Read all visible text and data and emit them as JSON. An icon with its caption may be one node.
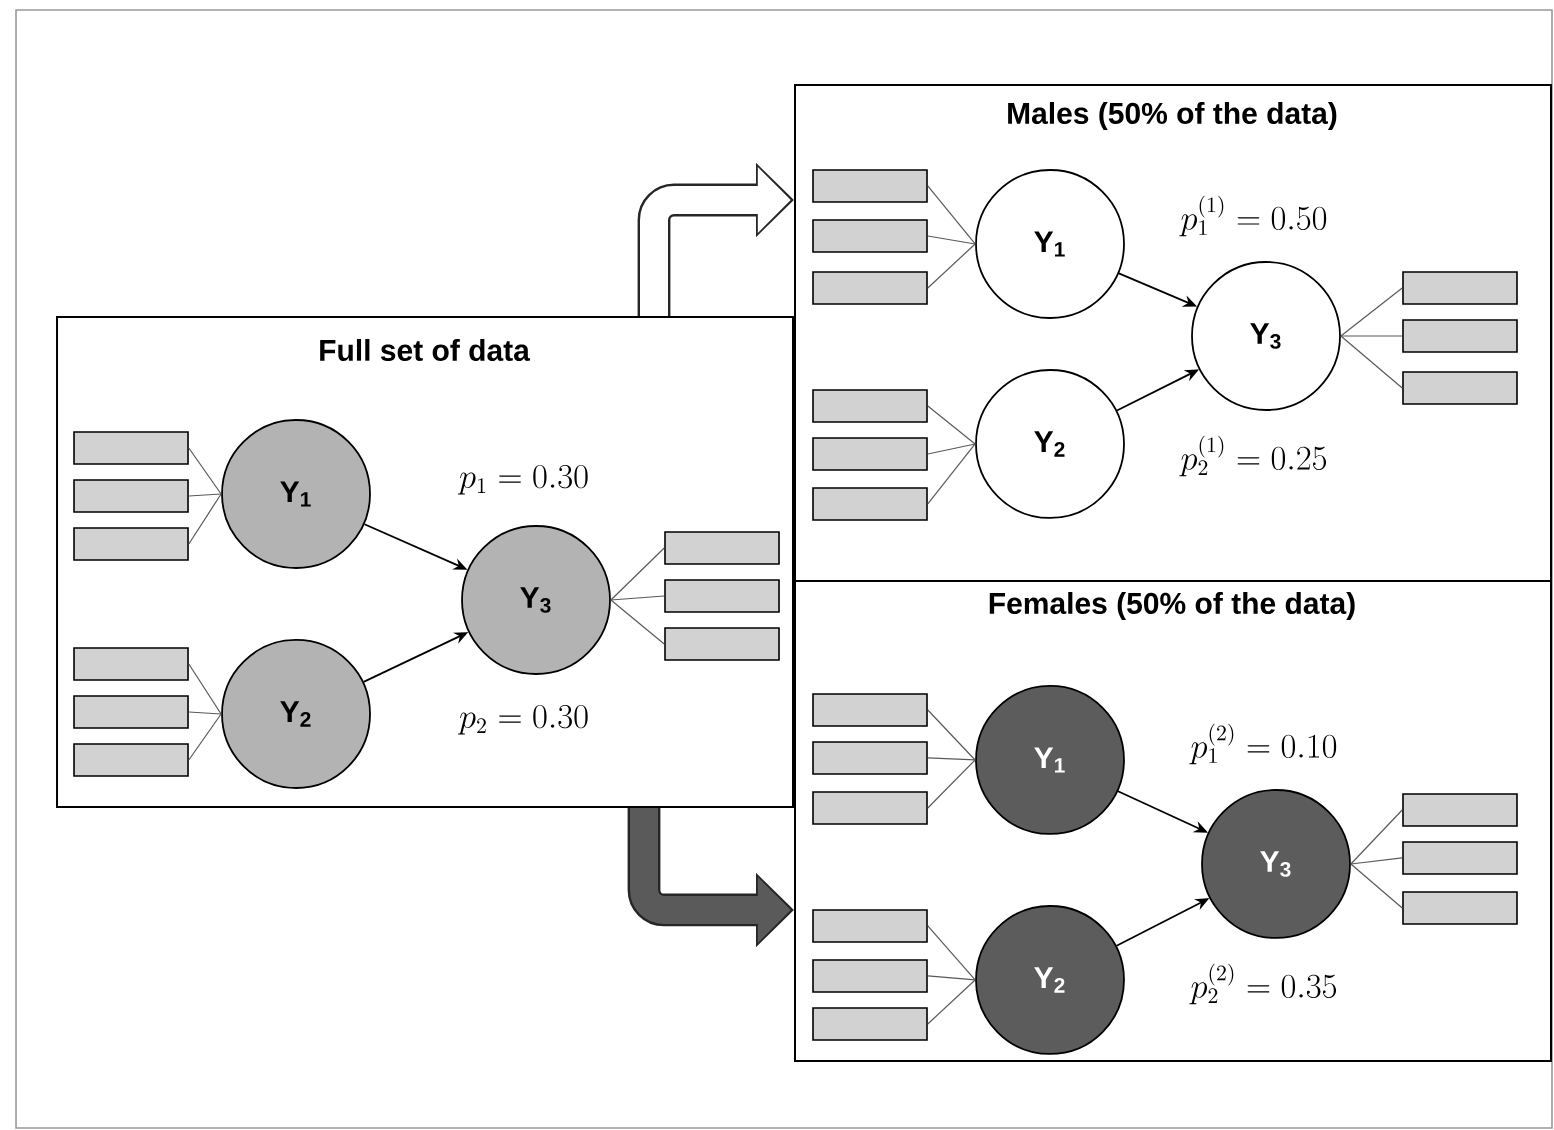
{
  "diagram": {
    "nodes": [
      {
        "text": [
          "Full set of data"
        ]
      },
      {
        "text": [
          "Y$_{1}$"
        ],
        "in": 0
      },
      {
        "text": [
          "Y$_{2}$"
        ],
        "in": 0
      },
      {
        "text": [
          "Y$_{3}$"
        ],
        "in": 0
      },
      {
        "text": [],
        "shape": "box",
        "in": 0
      },
      {
        "text": [],
        "shape": "box",
        "in": 0
      },
      {
        "text": [],
        "shape": "box",
        "in": 0
      },
      {
        "text": [],
        "shape": "box",
        "in": 0
      },
      {
        "text": [],
        "shape": "box",
        "in": 0
      },
      {
        "text": [],
        "shape": "box",
        "in": 0
      },
      {
        "text": [],
        "shape": "box",
        "in": 0
      },
      {
        "text": [],
        "shape": "box",
        "in": 0
      },
      {
        "text": [],
        "shape": "box",
        "in": 0
      },
      {
        "text": [
          "Males (50% of the data)"
        ]
      },
      {
        "text": [
          "Y$_{1}$"
        ],
        "in": 13
      },
      {
        "text": [
          "Y$_{2}$"
        ],
        "in": 13
      },
      {
        "text": [
          "Y$_{3}$"
        ],
        "in": 13
      },
      {
        "text": [],
        "shape": "box",
        "in": 13
      },
      {
        "text": [],
        "shape": "box",
        "in": 13
      },
      {
        "text": [],
        "shape": "box",
        "in": 13
      },
      {
        "text": [],
        "shape": "box",
        "in": 13
      },
      {
        "text": [],
        "shape": "box",
        "in": 13
      },
      {
        "text": [],
        "shape": "box",
        "in": 13
      },
      {
        "text": [],
        "shape": "box",
        "in": 13
      },
      {
        "text": [],
        "shape": "box",
        "in": 13
      },
      {
        "text": [],
        "shape": "box",
        "in": 13
      },
      {
        "text": [
          "Females (50% of the data)"
        ]
      },
      {
        "text": [
          "Y$_{1}$"
        ],
        "in": 26
      },
      {
        "text": [
          "Y$_{2}$"
        ],
        "in": 26
      },
      {
        "text": [
          "Y$_{3}$"
        ],
        "in": 26
      },
      {
        "text": [],
        "shape": "box",
        "in": 26
      },
      {
        "text": [],
        "shape": "box",
        "in": 26
      },
      {
        "text": [],
        "shape": "box",
        "in": 26
      },
      {
        "text": [],
        "shape": "box",
        "in": 26
      },
      {
        "text": [],
        "shape": "box",
        "in": 26
      },
      {
        "text": [],
        "shape": "box",
        "in": 26
      },
      {
        "text": [],
        "shape": "box",
        "in": 26
      },
      {
        "text": [],
        "shape": "box",
        "in": 26
      },
      {
        "text": [],
        "shape": "box",
        "in": 26
      }
    ],
    "edges": [
      {
        "from": 4,
        "to": 1,
        "arrow": "none"
      },
      {
        "from": 5,
        "to": 1,
        "arrow": "none"
      },
      {
        "from": 6,
        "to": 1,
        "arrow": "none"
      },
      {
        "from": 7,
        "to": 2,
        "arrow": "none"
      },
      {
        "from": 8,
        "to": 2,
        "arrow": "none"
      },
      {
        "from": 9,
        "to": 2,
        "arrow": "none"
      },
      {
        "from": 3,
        "to": 10,
        "arrow": "none"
      },
      {
        "from": 3,
        "to": 11,
        "arrow": "none"
      },
      {
        "from": 3,
        "to": 12,
        "arrow": "none"
      },
      {
        "from": 1,
        "to": 3,
        "arrow": "to",
        "label": "p_{1} = 0.30"
      },
      {
        "from": 2,
        "to": 3,
        "arrow": "to",
        "label": "p_{2} = 0.30"
      },
      {
        "from": 17,
        "to": 14,
        "arrow": "none"
      },
      {
        "from": 18,
        "to": 14,
        "arrow": "none"
      },
      {
        "from": 19,
        "to": 14,
        "arrow": "none"
      },
      {
        "from": 20,
        "to": 15,
        "arrow": "none"
      },
      {
        "from": 21,
        "to": 15,
        "arrow": "none"
      },
      {
        "from": 22,
        "to": 15,
        "arrow": "none"
      },
      {
        "from": 16,
        "to": 23,
        "arrow": "none"
      },
      {
        "from": 16,
        "to": 24,
        "arrow": "none"
      },
      {
        "from": 16,
        "to": 25,
        "arrow": "none"
      },
      {
        "from": 14,
        "to": 16,
        "arrow": "to",
        "label": "p^{(1)}_{1} = 0.50"
      },
      {
        "from": 15,
        "to": 16,
        "arrow": "to",
        "label": "p^{(1)}_{2} = 0.25"
      },
      {
        "from": 30,
        "to": 27,
        "arrow": "none"
      },
      {
        "from": 31,
        "to": 27,
        "arrow": "none"
      },
      {
        "from": 32,
        "to": 27,
        "arrow": "none"
      },
      {
        "from": 33,
        "to": 28,
        "arrow": "none"
      },
      {
        "from": 34,
        "to": 28,
        "arrow": "none"
      },
      {
        "from": 35,
        "to": 28,
        "arrow": "none"
      },
      {
        "from": 29,
        "to": 36,
        "arrow": "none"
      },
      {
        "from": 29,
        "to": 37,
        "arrow": "none"
      },
      {
        "from": 29,
        "to": 38,
        "arrow": "none"
      },
      {
        "from": 27,
        "to": 29,
        "arrow": "to",
        "label": "p^{(2)}_{1} = 0.10"
      },
      {
        "from": 28,
        "to": 29,
        "arrow": "to",
        "label": "p^{(2)}_{2} = 0.35"
      },
      {
        "from": 0,
        "to": 13,
        "arrow": "to",
        "style": "thick",
        "color": "#ffffff"
      },
      {
        "from": 0,
        "to": 26,
        "arrow": "to",
        "style": "thick",
        "color": "#5a5a5a"
      }
    ]
  }
}
